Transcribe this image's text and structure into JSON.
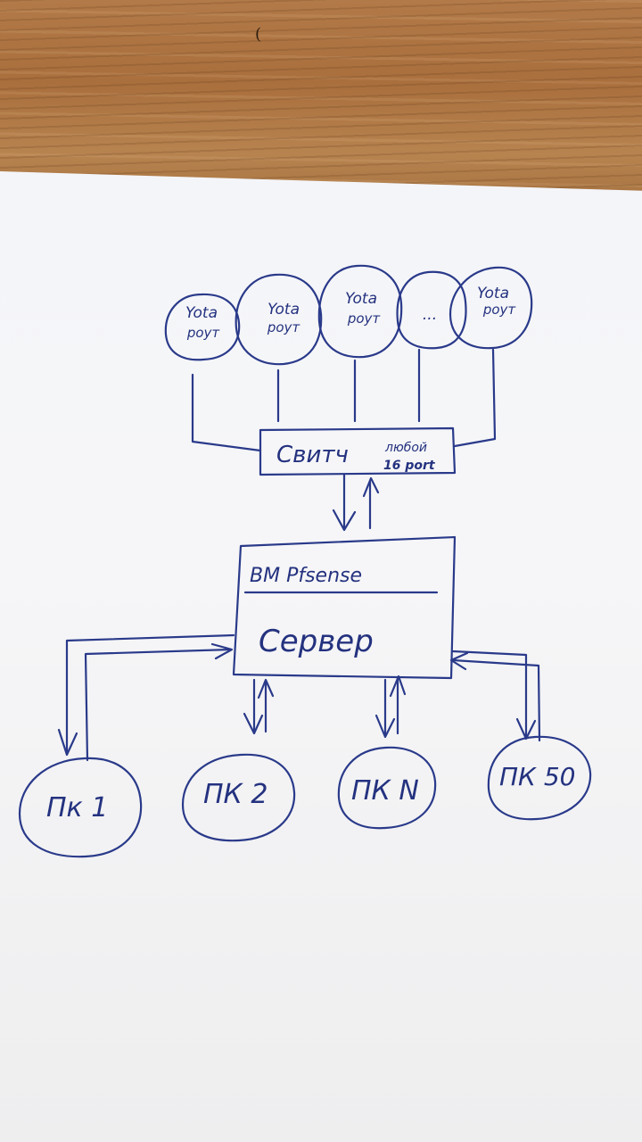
{
  "routers": [
    {
      "label_top": "Yota",
      "label_bottom": "роут"
    },
    {
      "label_top": "Yota",
      "label_bottom": "роут"
    },
    {
      "label_top": "Yota",
      "label_bottom": "роут"
    },
    {
      "label_top": "...",
      "label_bottom": ""
    },
    {
      "label_top": "Yota",
      "label_bottom": "роут"
    }
  ],
  "switch": {
    "label": "Свитч",
    "note_top": "любой",
    "note_bottom": "16 port"
  },
  "server": {
    "vm_label": "ВМ Pfsense",
    "label": "Сервер"
  },
  "pcs": [
    {
      "label": "Пк 1"
    },
    {
      "label": "ПК 2"
    },
    {
      "label": "ПК N"
    },
    {
      "label": "ПК 50"
    }
  ],
  "colors": {
    "ink": "#2a3a8a",
    "paper": "#f4f5f9",
    "table": "#a96f3d"
  }
}
